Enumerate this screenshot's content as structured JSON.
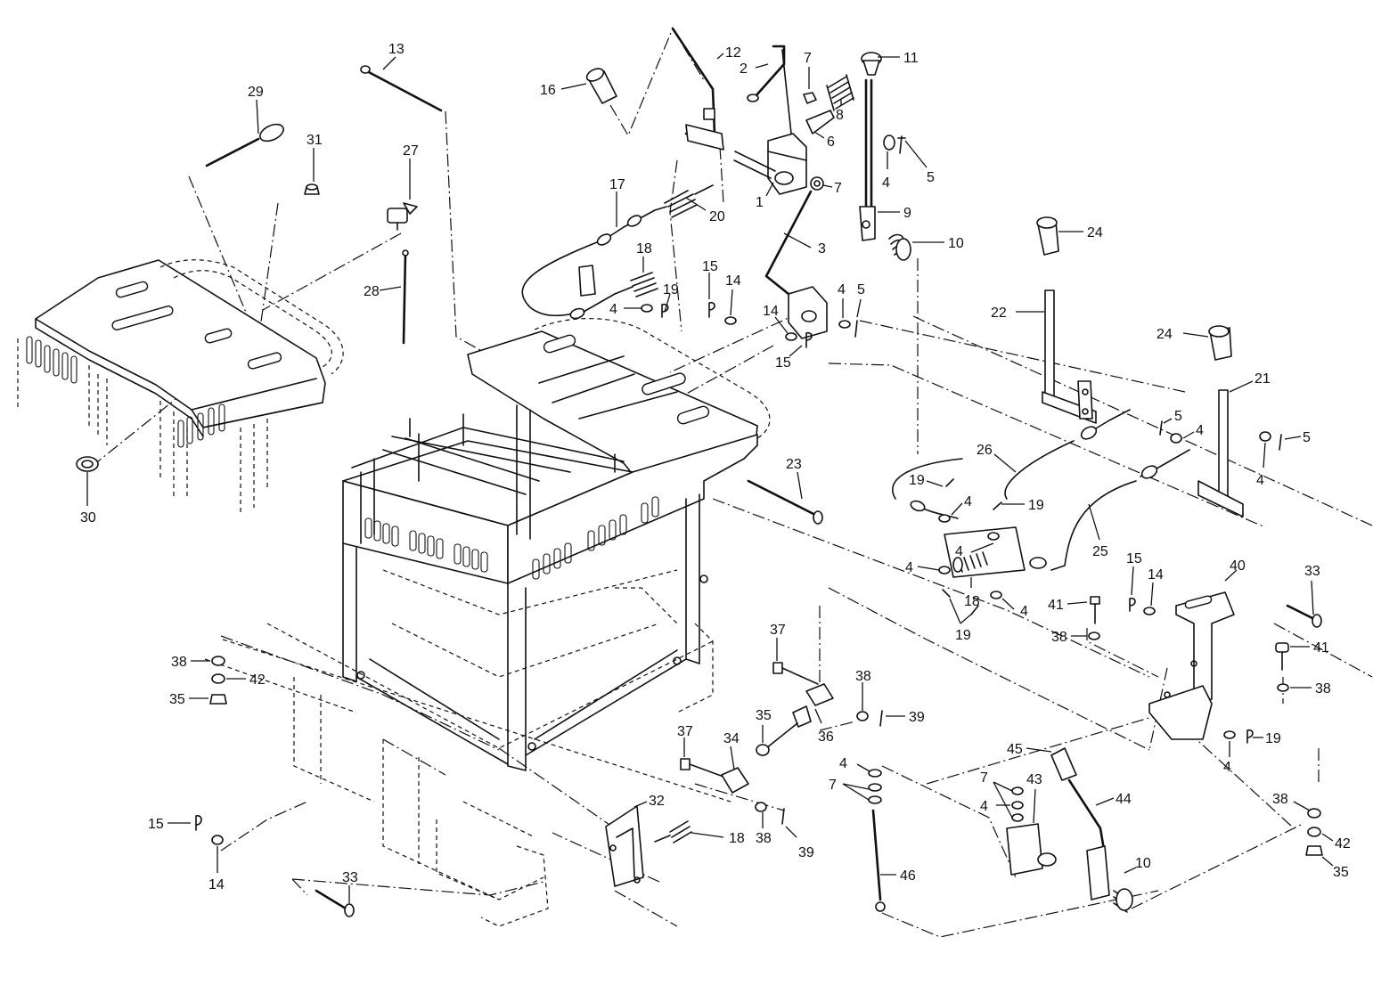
{
  "callouts": [
    {
      "id": "c1",
      "label": "1"
    },
    {
      "id": "c2",
      "label": "2"
    },
    {
      "id": "c3",
      "label": "3"
    },
    {
      "id": "c4a",
      "label": "4"
    },
    {
      "id": "c4b",
      "label": "4"
    },
    {
      "id": "c4c",
      "label": "4"
    },
    {
      "id": "c4d",
      "label": "4"
    },
    {
      "id": "c4e",
      "label": "4"
    },
    {
      "id": "c4f",
      "label": "4"
    },
    {
      "id": "c4g",
      "label": "4"
    },
    {
      "id": "c4h",
      "label": "4"
    },
    {
      "id": "c4i",
      "label": "4"
    },
    {
      "id": "c4j",
      "label": "4"
    },
    {
      "id": "c4k",
      "label": "4"
    },
    {
      "id": "c4l",
      "label": "4"
    },
    {
      "id": "c5a",
      "label": "5"
    },
    {
      "id": "c5b",
      "label": "5"
    },
    {
      "id": "c5c",
      "label": "5"
    },
    {
      "id": "c5d",
      "label": "5"
    },
    {
      "id": "c6",
      "label": "6"
    },
    {
      "id": "c7a",
      "label": "7"
    },
    {
      "id": "c7b",
      "label": "7"
    },
    {
      "id": "c7c",
      "label": "7"
    },
    {
      "id": "c7d",
      "label": "7"
    },
    {
      "id": "c8",
      "label": "8"
    },
    {
      "id": "c9",
      "label": "9"
    },
    {
      "id": "c10a",
      "label": "10"
    },
    {
      "id": "c10b",
      "label": "10"
    },
    {
      "id": "c11",
      "label": "11"
    },
    {
      "id": "c12",
      "label": "12"
    },
    {
      "id": "c13",
      "label": "13"
    },
    {
      "id": "c14a",
      "label": "14"
    },
    {
      "id": "c14b",
      "label": "14"
    },
    {
      "id": "c14c",
      "label": "14"
    },
    {
      "id": "c14d",
      "label": "14"
    },
    {
      "id": "c15a",
      "label": "15"
    },
    {
      "id": "c15b",
      "label": "15"
    },
    {
      "id": "c15c",
      "label": "15"
    },
    {
      "id": "c15d",
      "label": "15"
    },
    {
      "id": "c16",
      "label": "16"
    },
    {
      "id": "c17",
      "label": "17"
    },
    {
      "id": "c18a",
      "label": "18"
    },
    {
      "id": "c18b",
      "label": "18"
    },
    {
      "id": "c18c",
      "label": "18"
    },
    {
      "id": "c19a",
      "label": "19"
    },
    {
      "id": "c19b",
      "label": "19"
    },
    {
      "id": "c19c",
      "label": "19"
    },
    {
      "id": "c19d",
      "label": "19"
    },
    {
      "id": "c19e",
      "label": "19"
    },
    {
      "id": "c20",
      "label": "20"
    },
    {
      "id": "c21",
      "label": "21"
    },
    {
      "id": "c22",
      "label": "22"
    },
    {
      "id": "c23",
      "label": "23"
    },
    {
      "id": "c24a",
      "label": "24"
    },
    {
      "id": "c24b",
      "label": "24"
    },
    {
      "id": "c25",
      "label": "25"
    },
    {
      "id": "c26",
      "label": "26"
    },
    {
      "id": "c27",
      "label": "27"
    },
    {
      "id": "c28",
      "label": "28"
    },
    {
      "id": "c29",
      "label": "29"
    },
    {
      "id": "c30",
      "label": "30"
    },
    {
      "id": "c31",
      "label": "31"
    },
    {
      "id": "c32",
      "label": "32"
    },
    {
      "id": "c33a",
      "label": "33"
    },
    {
      "id": "c33b",
      "label": "33"
    },
    {
      "id": "c34",
      "label": "34"
    },
    {
      "id": "c35a",
      "label": "35"
    },
    {
      "id": "c35b",
      "label": "35"
    },
    {
      "id": "c35c",
      "label": "35"
    },
    {
      "id": "c36",
      "label": "36"
    },
    {
      "id": "c37a",
      "label": "37"
    },
    {
      "id": "c37b",
      "label": "37"
    },
    {
      "id": "c38a",
      "label": "38"
    },
    {
      "id": "c38b",
      "label": "38"
    },
    {
      "id": "c38c",
      "label": "38"
    },
    {
      "id": "c38d",
      "label": "38"
    },
    {
      "id": "c38e",
      "label": "38"
    },
    {
      "id": "c38f",
      "label": "38"
    },
    {
      "id": "c39a",
      "label": "39"
    },
    {
      "id": "c39b",
      "label": "39"
    },
    {
      "id": "c40",
      "label": "40"
    },
    {
      "id": "c41a",
      "label": "41"
    },
    {
      "id": "c41b",
      "label": "41"
    },
    {
      "id": "c42a",
      "label": "42"
    },
    {
      "id": "c42b",
      "label": "42"
    },
    {
      "id": "c43",
      "label": "43"
    },
    {
      "id": "c44",
      "label": "44"
    },
    {
      "id": "c45",
      "label": "45"
    },
    {
      "id": "c46",
      "label": "46"
    }
  ]
}
